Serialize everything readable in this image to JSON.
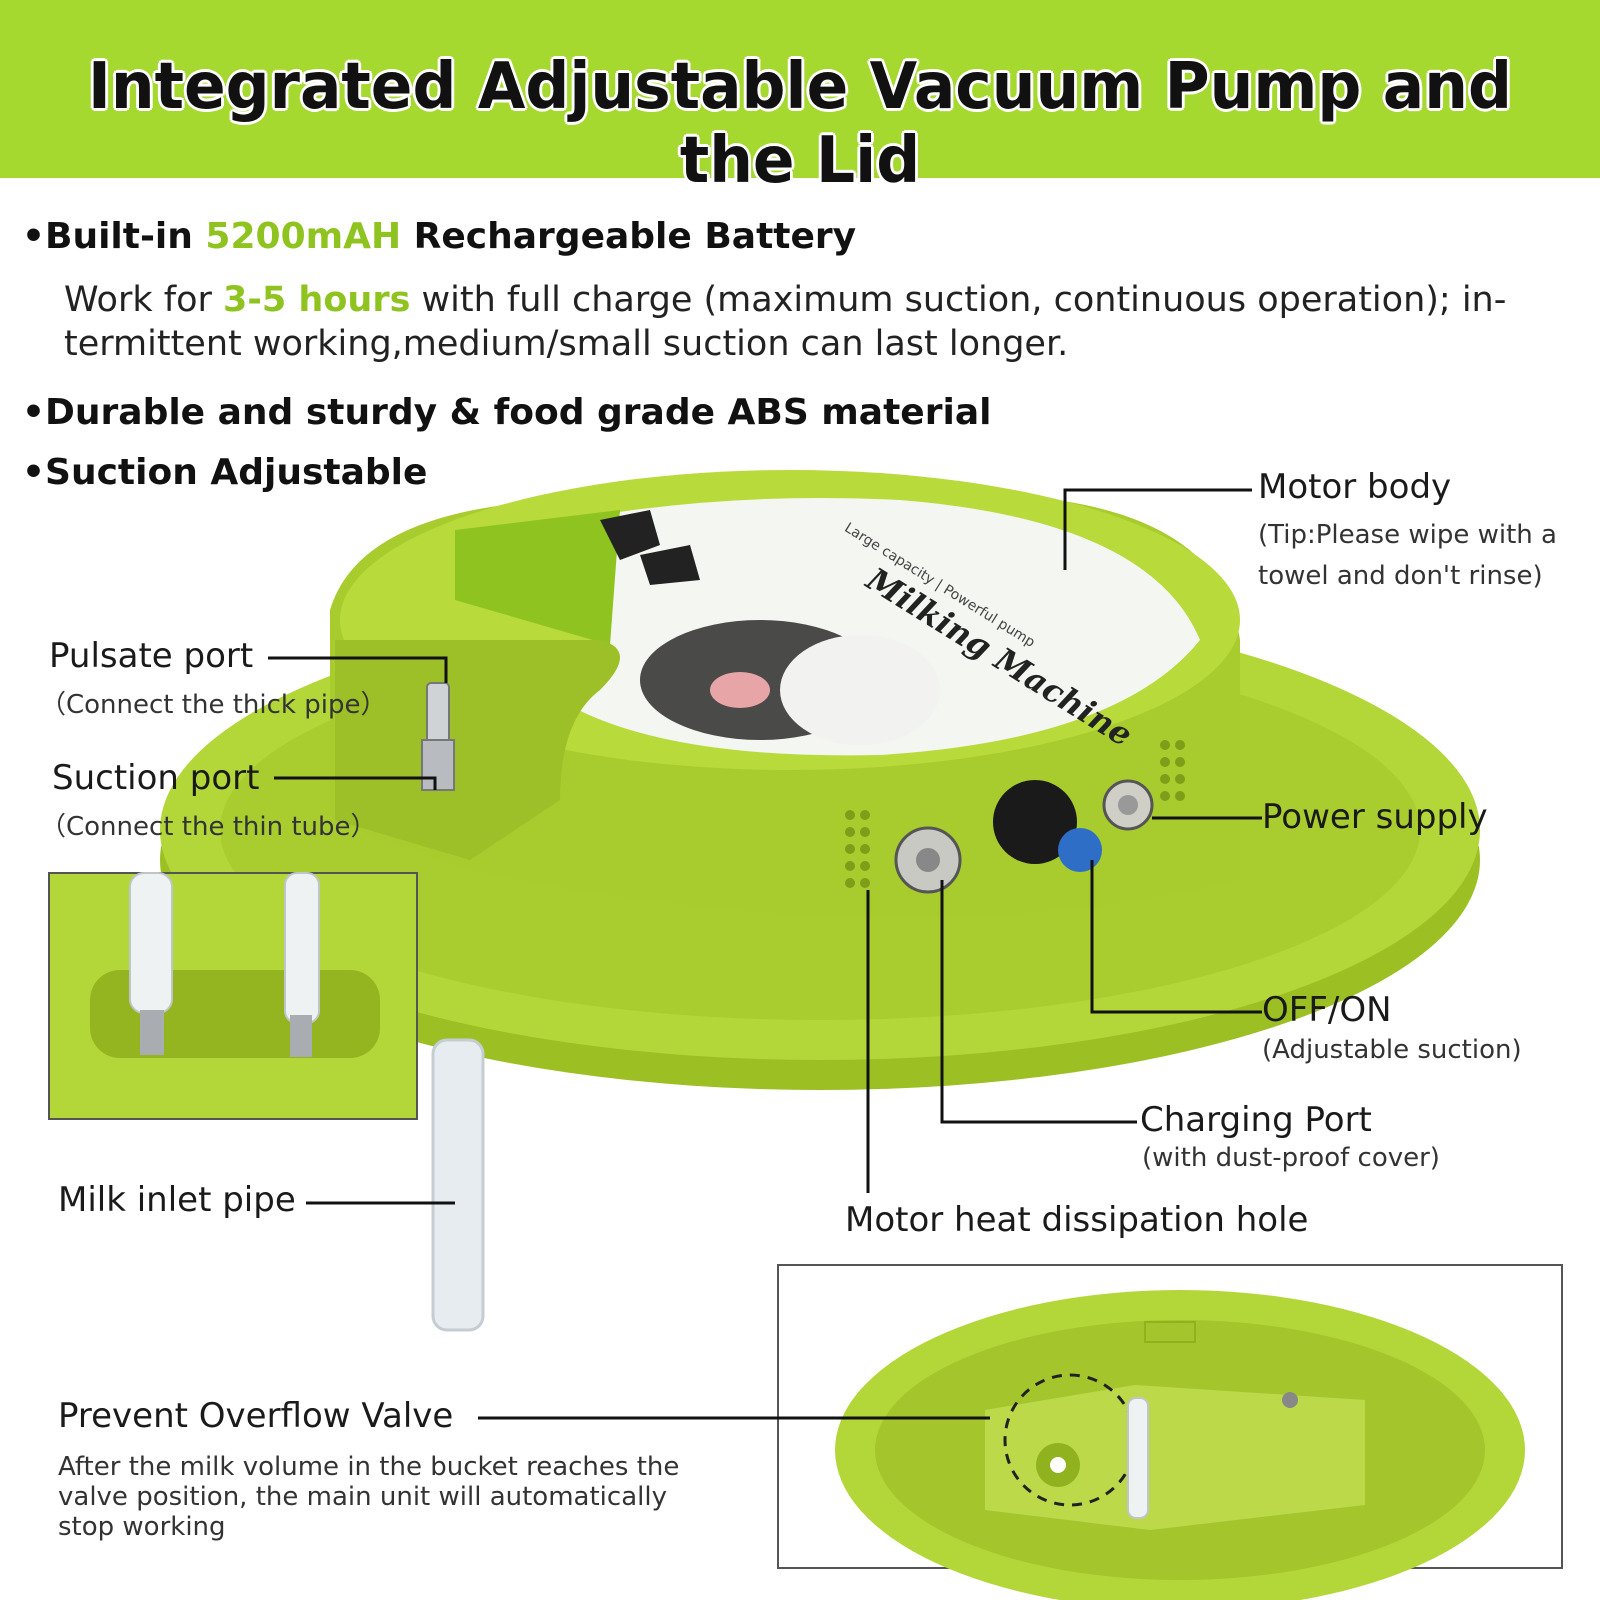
{
  "banner": {
    "title": "Integrated Adjustable Vacuum Pump and the Lid"
  },
  "features": {
    "battery": {
      "prefix": "•Built-in ",
      "capacity": "5200mAH",
      "suffix": " Rechargeable Battery"
    },
    "battery_desc": {
      "prefix": "Work for ",
      "hours": "3-5 hours",
      "suffix": " with full charge (maximum suction, continuous operation); in-termittent working,medium/small suction can last longer."
    },
    "material": "•Durable and sturdy & food grade ABS material",
    "suction": "•Suction Adjustable"
  },
  "product": {
    "sticker_title": "Milking Machine",
    "sticker_subtitle": "Large capacity | Powerful pump"
  },
  "callouts": {
    "motor_body": {
      "label": "Motor body",
      "tip_line1": "(Tip:Please wipe with a",
      "tip_line2": "towel and don't rinse)"
    },
    "pulsate_port": {
      "label": "Pulsate port",
      "sub": "（Connect the thick pipe）"
    },
    "suction_port": {
      "label": "Suction port",
      "sub": "（Connect the thin tube）"
    },
    "power_supply": {
      "label": "Power supply"
    },
    "off_on": {
      "label": "OFF/ON",
      "sub": "(Adjustable suction)"
    },
    "charging_port": {
      "label": "Charging Port",
      "sub": "(with dust-proof cover)"
    },
    "heat_hole": {
      "label": "Motor heat dissipation hole"
    },
    "milk_inlet": {
      "label": "Milk inlet pipe"
    },
    "overflow_valve": {
      "label": "Prevent Overflow Valve",
      "desc": "After the milk volume in the bucket reaches the valve position, the main unit will automatically stop working"
    }
  },
  "colors": {
    "banner": "#a5d92f",
    "accent": "#8fc31f",
    "lid": "#b3d638",
    "lid_dark": "#8fb21e"
  }
}
